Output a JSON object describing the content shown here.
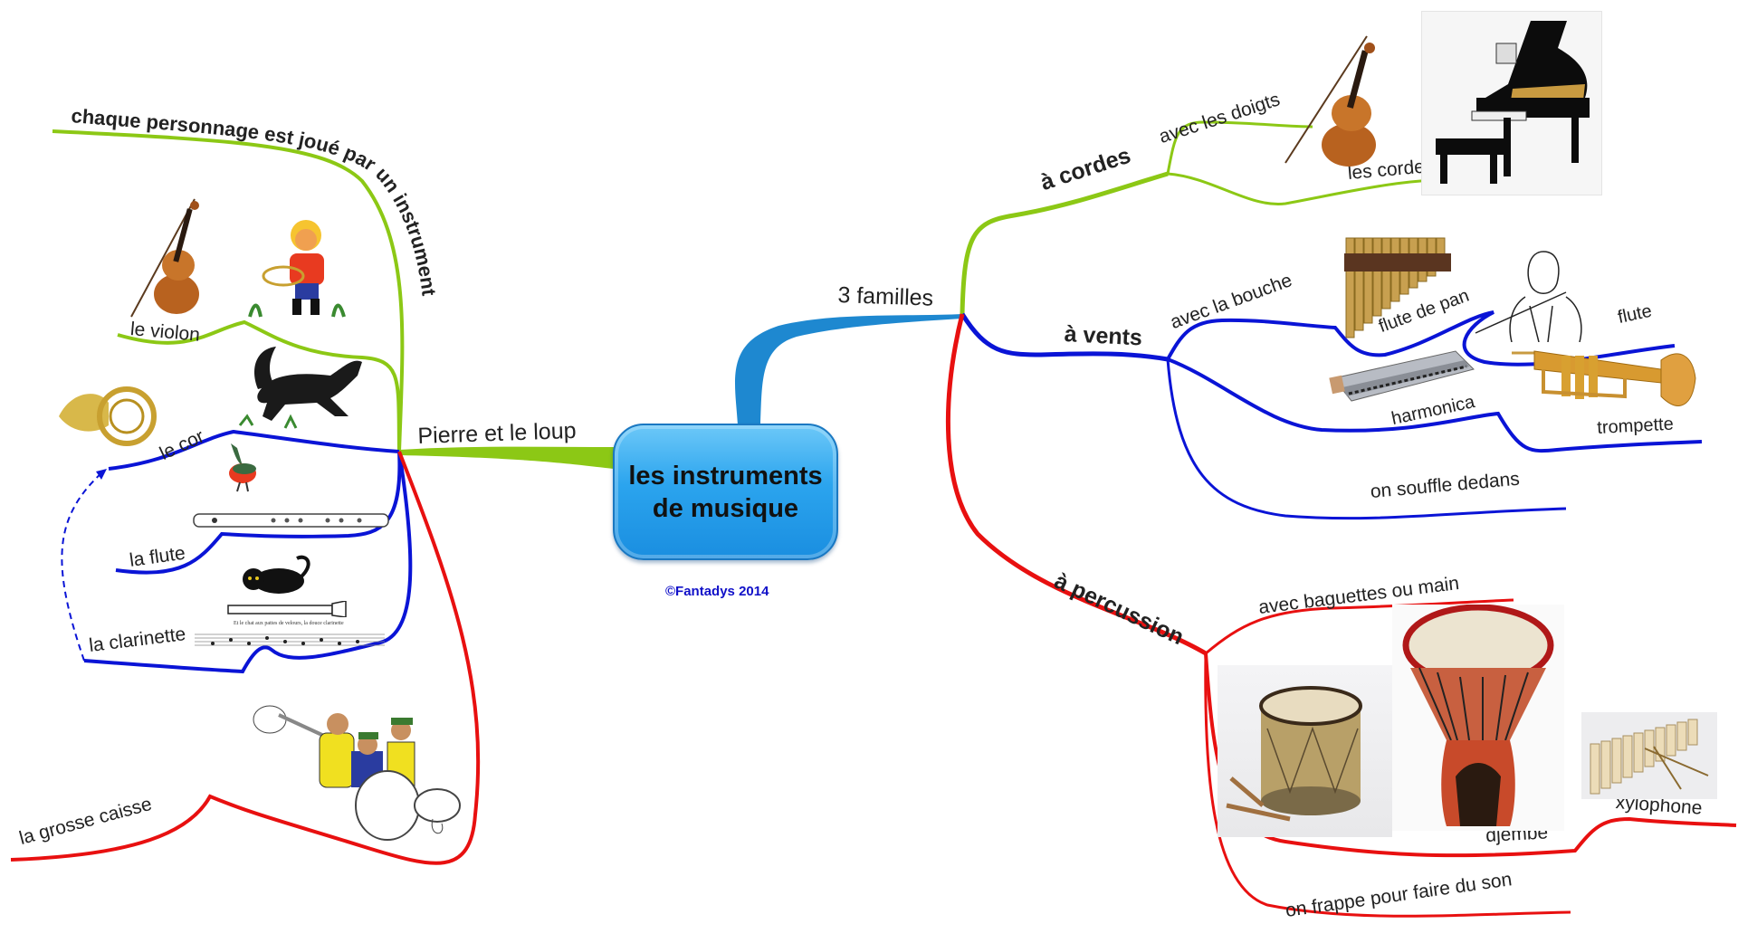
{
  "central": {
    "title": "les instruments de musique"
  },
  "copyright": "©Fantadys 2014",
  "colors": {
    "central_fill": "#2ba4ee",
    "trunk_blue": "#1e88d0",
    "green": "#8cc815",
    "blue": "#0a14d6",
    "red": "#e81010",
    "copyright": "#1010c8"
  },
  "left_branch": {
    "label": "Pierre et le loup",
    "sub_heading": "chaque personnage est joué par un instrument",
    "characters": [
      {
        "label": "le violon",
        "instrument": "violin",
        "character": "Pierre",
        "icon": "violin-icon"
      },
      {
        "label": "le cor",
        "instrument": "french-horn",
        "character": "loup",
        "icon": "french-horn-icon"
      },
      {
        "label": "la flute",
        "instrument": "flute",
        "character": "oiseau",
        "icon": "flute-icon"
      },
      {
        "label": "la clarinette",
        "instrument": "clarinet",
        "character": "chat",
        "icon": "clarinet-icon"
      },
      {
        "label": "la grosse caisse",
        "instrument": "bass-drum",
        "character": "chasseurs",
        "icon": "bass-drum-icon"
      }
    ],
    "clarinet_caption": "Et le chat aux pattes de velours, la douce clarinette"
  },
  "right_branch": {
    "label": "3 familles",
    "families": [
      {
        "label": "à cordes",
        "children": [
          "avec les doigts",
          "les cordes font le son"
        ],
        "images": [
          "violin-icon",
          "piano-icon"
        ]
      },
      {
        "label": "à vents",
        "children": [
          "avec la bouche",
          "on souffle dedans"
        ],
        "instruments": [
          "flute de pan",
          "flute",
          "harmonica",
          "trompette"
        ]
      },
      {
        "label": "à percussion",
        "children": [
          "avec baguettes ou main",
          "on frappe pour faire du son"
        ],
        "instruments": [
          "djembé",
          "xylophone"
        ],
        "images": [
          "drum-icon"
        ]
      }
    ]
  }
}
